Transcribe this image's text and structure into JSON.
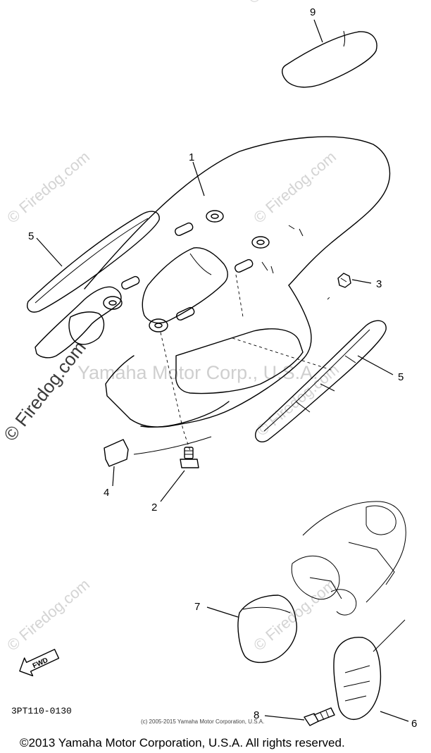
{
  "diagram": {
    "callouts": [
      {
        "id": "callout-9",
        "label": "9"
      },
      {
        "id": "callout-1",
        "label": "1"
      },
      {
        "id": "callout-5-left",
        "label": "5"
      },
      {
        "id": "callout-3",
        "label": "3"
      },
      {
        "id": "callout-5-right",
        "label": "5"
      },
      {
        "id": "callout-4",
        "label": "4"
      },
      {
        "id": "callout-2",
        "label": "2"
      },
      {
        "id": "callout-7",
        "label": "7"
      },
      {
        "id": "callout-8",
        "label": "8"
      },
      {
        "id": "callout-6",
        "label": "6"
      }
    ],
    "fwd_label": "FWD",
    "drawing_code": "3PT110-0130"
  },
  "watermarks": {
    "site": "© Firedog.com",
    "center": "Yamaha Motor Corp., U.S.A."
  },
  "footer": {
    "small_copyright": "(c) 2005-2015 Yamaha Motor Corporation, U.S.A.",
    "copyright": "©2013 Yamaha Motor Corporation, U.S.A. All rights reserved."
  }
}
